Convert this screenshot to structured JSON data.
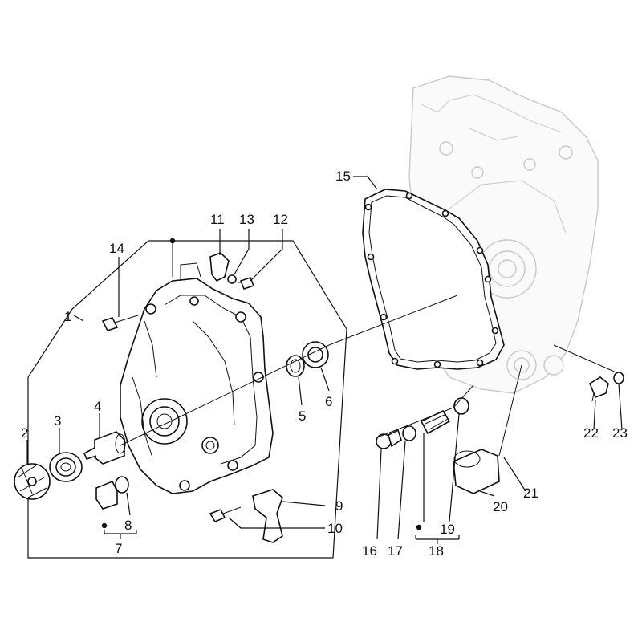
{
  "callouts": {
    "c1": "1",
    "c2": "2",
    "c3": "3",
    "c4": "4",
    "c5": "5",
    "c6": "6",
    "c7": "7",
    "c8": "8",
    "c9": "9",
    "c10": "10",
    "c11": "11",
    "c12": "12",
    "c13": "13",
    "c14": "14",
    "c15": "15",
    "c16": "16",
    "c17": "17",
    "c18": "18",
    "c19": "19",
    "c20": "20",
    "c21": "21",
    "c22": "22",
    "c23": "23"
  },
  "colors": {
    "ink": "#111111",
    "ghost": "#c9c9c9",
    "background": "#ffffff"
  }
}
